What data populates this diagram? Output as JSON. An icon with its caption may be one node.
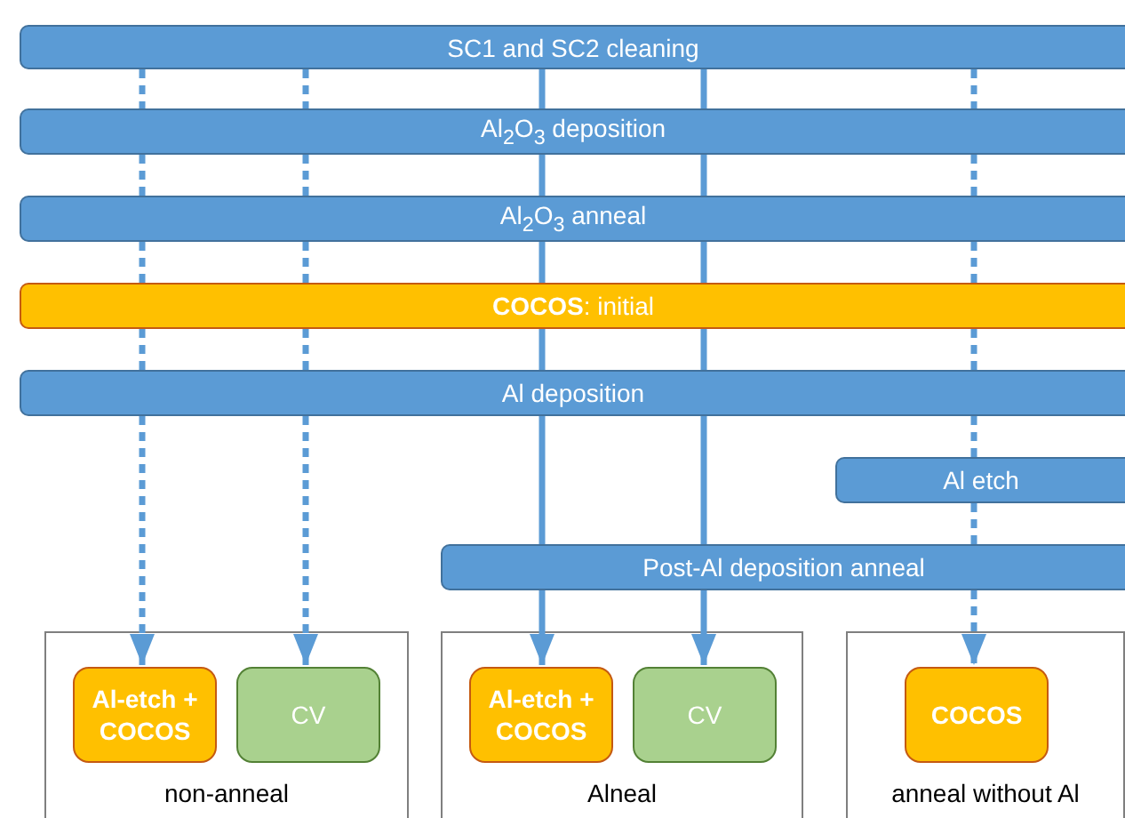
{
  "diagram": {
    "nodes": [
      {
        "text": [
          "SC1 and SC2 cleaning"
        ]
      },
      {
        "text": [
          "Al$_{2}$O$_{3}$ deposition"
        ]
      },
      {
        "text": [
          "Al$_{2}$O$_{3}$ anneal"
        ]
      },
      {
        "text": [
          "**COCOS**: initial"
        ]
      },
      {
        "text": [
          "Al deposition"
        ]
      },
      {
        "text": [
          "Al etch"
        ]
      },
      {
        "text": [
          "Post-Al deposition anneal"
        ]
      },
      {
        "text": [
          "non-anneal"
        ]
      },
      {
        "text": [
          "Al-etch + COCOS"
        ],
        "in": 7
      },
      {
        "text": [
          "CV"
        ],
        "in": 7
      },
      {
        "text": [
          "Alneal"
        ]
      },
      {
        "text": [
          "Al-etch + COCOS"
        ],
        "in": 10
      },
      {
        "text": [
          "CV"
        ],
        "in": 10
      },
      {
        "text": [
          "anneal without Al"
        ]
      },
      {
        "text": [
          "COCOS"
        ],
        "in": 13
      }
    ],
    "edges": [
      {
        "from": 0,
        "to": 1,
        "arrow": "none",
        "style": "dashed"
      },
      {
        "from": 1,
        "to": 2,
        "arrow": "none",
        "style": "dashed"
      },
      {
        "from": 2,
        "to": 3,
        "arrow": "none",
        "style": "dashed"
      },
      {
        "from": 3,
        "to": 4,
        "arrow": "none",
        "style": "dashed"
      },
      {
        "from": 4,
        "to": 8,
        "arrow": "to",
        "style": "dashed"
      },
      {
        "from": 0,
        "to": 1,
        "arrow": "none",
        "style": "dashed"
      },
      {
        "from": 1,
        "to": 2,
        "arrow": "none",
        "style": "dashed"
      },
      {
        "from": 2,
        "to": 3,
        "arrow": "none",
        "style": "dashed"
      },
      {
        "from": 3,
        "to": 4,
        "arrow": "none",
        "style": "dashed"
      },
      {
        "from": 4,
        "to": 9,
        "arrow": "to",
        "style": "dashed"
      },
      {
        "from": 0,
        "to": 1,
        "arrow": "none"
      },
      {
        "from": 1,
        "to": 2,
        "arrow": "none"
      },
      {
        "from": 2,
        "to": 3,
        "arrow": "none"
      },
      {
        "from": 3,
        "to": 4,
        "arrow": "none"
      },
      {
        "from": 4,
        "to": 6,
        "arrow": "none"
      },
      {
        "from": 6,
        "to": 11,
        "arrow": "to"
      },
      {
        "from": 0,
        "to": 1,
        "arrow": "none"
      },
      {
        "from": 1,
        "to": 2,
        "arrow": "none"
      },
      {
        "from": 2,
        "to": 3,
        "arrow": "none"
      },
      {
        "from": 3,
        "to": 4,
        "arrow": "none"
      },
      {
        "from": 4,
        "to": 6,
        "arrow": "none"
      },
      {
        "from": 6,
        "to": 12,
        "arrow": "to"
      },
      {
        "from": 0,
        "to": 1,
        "arrow": "none",
        "style": "dashed"
      },
      {
        "from": 1,
        "to": 2,
        "arrow": "none",
        "style": "dashed"
      },
      {
        "from": 2,
        "to": 3,
        "arrow": "none",
        "style": "dashed"
      },
      {
        "from": 3,
        "to": 4,
        "arrow": "none",
        "style": "dashed"
      },
      {
        "from": 4,
        "to": 5,
        "arrow": "none",
        "style": "dashed"
      },
      {
        "from": 5,
        "to": 6,
        "arrow": "none",
        "style": "dashed"
      },
      {
        "from": 6,
        "to": 14,
        "arrow": "to",
        "style": "dashed"
      }
    ]
  }
}
